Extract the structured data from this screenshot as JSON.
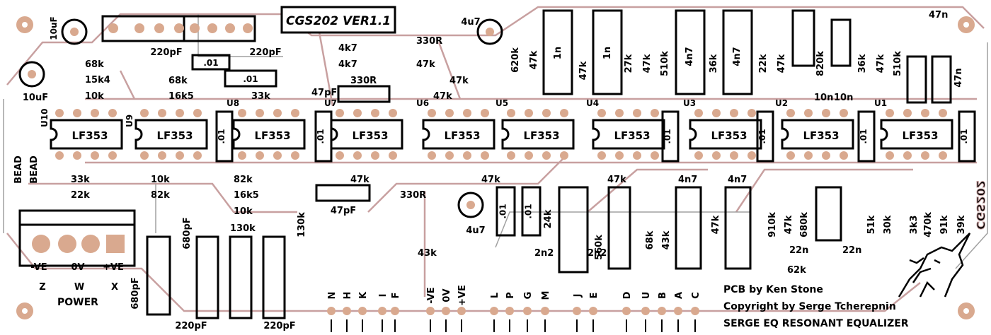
{
  "board": {
    "title": "CGS202 VER1.1",
    "credit": "PCB by Ken Stone",
    "copyright": "Copyright by Serge Tcherepnin",
    "name": "SERGE EQ  RESONANT EQUALIZER",
    "mirror_text": "CGS202"
  },
  "colors": {
    "trace": "#c8a0a0",
    "outline": "#a0a0a0",
    "pad": "#d9a98f",
    "ink": "#000000"
  },
  "ics": [
    {
      "ref": "U10",
      "part": "LF353"
    },
    {
      "ref": "U9",
      "part": "LF353"
    },
    {
      "ref": "U8",
      "part": "LF353"
    },
    {
      "ref": "U7",
      "part": "LF353"
    },
    {
      "ref": "U6",
      "part": "LF353"
    },
    {
      "ref": "U5",
      "part": "LF353"
    },
    {
      "ref": "U4",
      "part": "LF353"
    },
    {
      "ref": "U3",
      "part": "LF353"
    },
    {
      "ref": "U2",
      "part": "LF353"
    },
    {
      "ref": "U1",
      "part": "LF353"
    }
  ],
  "labels": {
    "c10uf": "10uF",
    "c10uf_b": "10uF",
    "c220pf_a": "220pF",
    "c220pf_b": "220pF",
    "c01_a": ".01",
    "c01_b": ".01",
    "r68k": "68k",
    "r15k4": "15k4",
    "r10k_a": "10k",
    "r68k_b": "68k",
    "r16k5_a": "16k5",
    "r33k_a": "33k",
    "r4k7_a": "4k7",
    "r4k7_b": "4k7",
    "r330r_a": "330R",
    "r47k_a": "47k",
    "r330r_b": "330R",
    "r47k_b": "47k",
    "c47pf_a": "47pF",
    "r47k_c": "47k",
    "c4u7_a": "4u7",
    "r47k_d": "47k",
    "r620k": "620k",
    "c1n_a": "1n",
    "r47k_e": "47k",
    "c1n_b": "1n",
    "r27k": "27k",
    "r47k_f": "47k",
    "r510k_a": "510k",
    "c4n7_a": "4n7",
    "r36k_a": "36k",
    "c4n7_b": "4n7",
    "r22k_a": "22k",
    "r47k_g": "47k",
    "r820k": "820k",
    "c10n_a": "10n",
    "c10n_b": "10n",
    "r36k_b": "36k",
    "r47k_h": "47k",
    "r510k_b": "510k",
    "c47n_a": "47n",
    "c47n_b": "47n",
    "bead_a": "BEAD",
    "bead_b": "BEAD",
    "r33k_b": "33k",
    "r22k_b": "22k",
    "r10k_b": "10k",
    "r82k_a": "82k",
    "r82k_b": "82k",
    "r16k5_b": "16k5",
    "r10k_c": "10k",
    "r130k_a": "130k",
    "r130k_b": "130k",
    "c680pf_a": "680pF",
    "c680pf_b": "680pF",
    "c220pf_c": "220pF",
    "c220pf_d": "220pF",
    "r47k_i": "47k",
    "c47pf_b": "47pF",
    "r330r_c": "330R",
    "r47k_j": "47k",
    "c4u7_b": "4u7",
    "r43k_a": "43k",
    "c01_c": ".01",
    "c01_d": ".01",
    "r24k": "24k",
    "c2n2_a": "2n2",
    "r47k_k": "47k",
    "r560k": "560k",
    "c2n2_b": "2n2",
    "r68k_c": "68k",
    "r43k_b": "43k",
    "c4n7_c": "4n7",
    "r47k_l": "47k",
    "c4n7_d": "4n7",
    "r910k": "910k",
    "r47k_m": "47k",
    "r680k": "680k",
    "r51k": "51k",
    "r30k": "30k",
    "r3k3": "3k3",
    "r470k": "470k",
    "r91k": "91k",
    "r39k": "39k",
    "c22n_a": "22n",
    "c22n_b": "22n",
    "r62k": "62k",
    "c01_e": ".01"
  },
  "power": {
    "title": "POWER",
    "pins": [
      "-VE",
      "0V",
      "+VE"
    ],
    "letters": [
      "Z",
      "W",
      "X"
    ]
  },
  "edge_pins": [
    "N",
    "H",
    "K",
    "I",
    "F",
    "-VE",
    "0V",
    "+VE",
    "L",
    "P",
    "G",
    "M",
    "J",
    "E",
    "D",
    "U",
    "B",
    "A",
    "C"
  ]
}
